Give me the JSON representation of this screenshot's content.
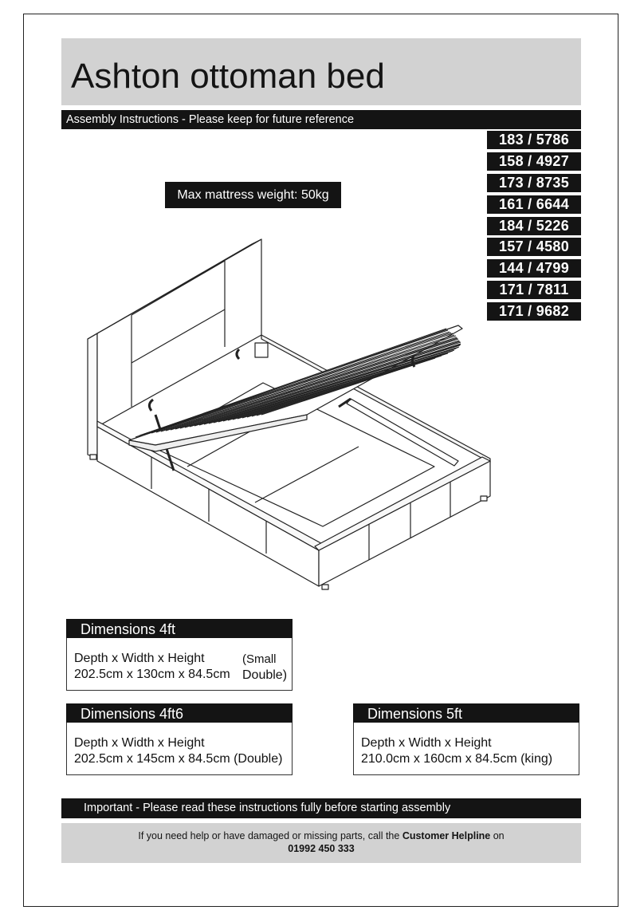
{
  "title": "Ashton ottoman bed",
  "subtitle": "Assembly Instructions - Please keep for future reference",
  "product_codes": [
    "183 / 5786",
    "158 / 4927",
    "173 / 8735",
    "161 / 6644",
    "184 / 5226",
    "157 / 4580",
    "144 / 4799",
    "171 / 7811",
    "171 / 9682"
  ],
  "max_weight": "Max mattress weight: 50kg",
  "dimensions": {
    "small_double": {
      "heading": "Dimensions  4ft",
      "labels": "Depth x Width x  Height",
      "values": "202.5cm x 130cm x 84.5cm",
      "size_line1": "(Small",
      "size_line2": "Double)"
    },
    "double": {
      "heading": "Dimensions  4ft6",
      "labels": "Depth x Width x  Height",
      "values": "202.5cm x 145cm x 84.5cm (Double)"
    },
    "king": {
      "heading": "Dimensions 5ft",
      "labels": "Depth x Width x  Height",
      "values": "210.0cm x 160cm x 84.5cm (king)"
    }
  },
  "important": "Important - Please read these instructions fully before starting assembly",
  "help": {
    "text_before": "If you need help or have damaged or missing parts, call the ",
    "helpline_label": "Customer Helpline",
    "text_after": " on",
    "phone": "01992 450 333"
  }
}
